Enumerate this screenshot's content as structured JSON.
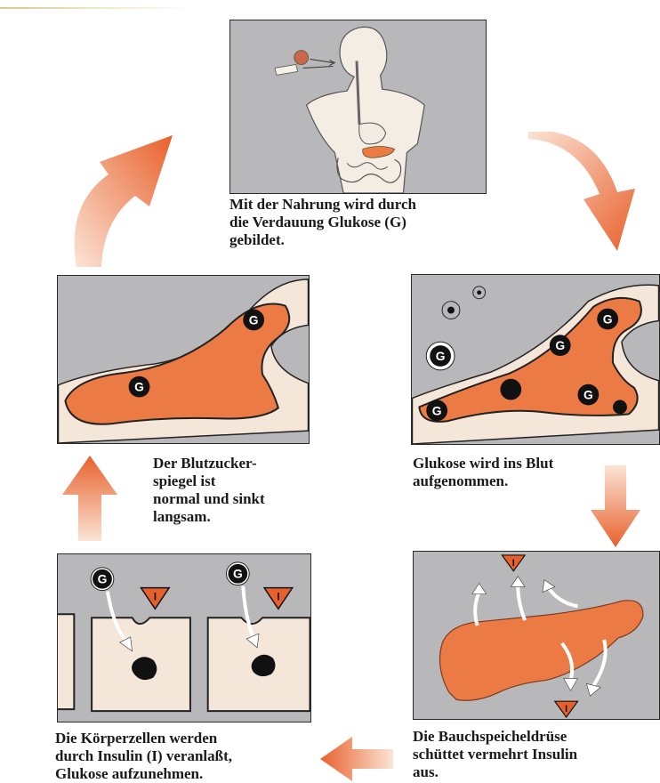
{
  "captions": {
    "step1": "Mit der Nahrung wird durch\ndie Verdauung Glukose (G)\ngebildet.",
    "step2": "Glukose wird ins Blut\naufgenommen.",
    "step3": "Die Bauchspeicheldrüse\nschüttet vermehrt Insulin\naus.",
    "step4": "Die Körperzellen werden\ndurch Insulin (I) veranlaßt,\nGlukose aufzunehmen.",
    "step5": "Der Blutzucker-\nspiegel ist\nnormal und sinkt\nlangsam."
  },
  "symbols": {
    "glucose": "G",
    "insulin": "I"
  },
  "colors": {
    "accent_orange": "#e8612c",
    "vessel_orange": "#ec7a44",
    "panel_gray": "#b8b8bb",
    "cell_cream": "#f4e6d8",
    "marker_dark": "#111111"
  }
}
